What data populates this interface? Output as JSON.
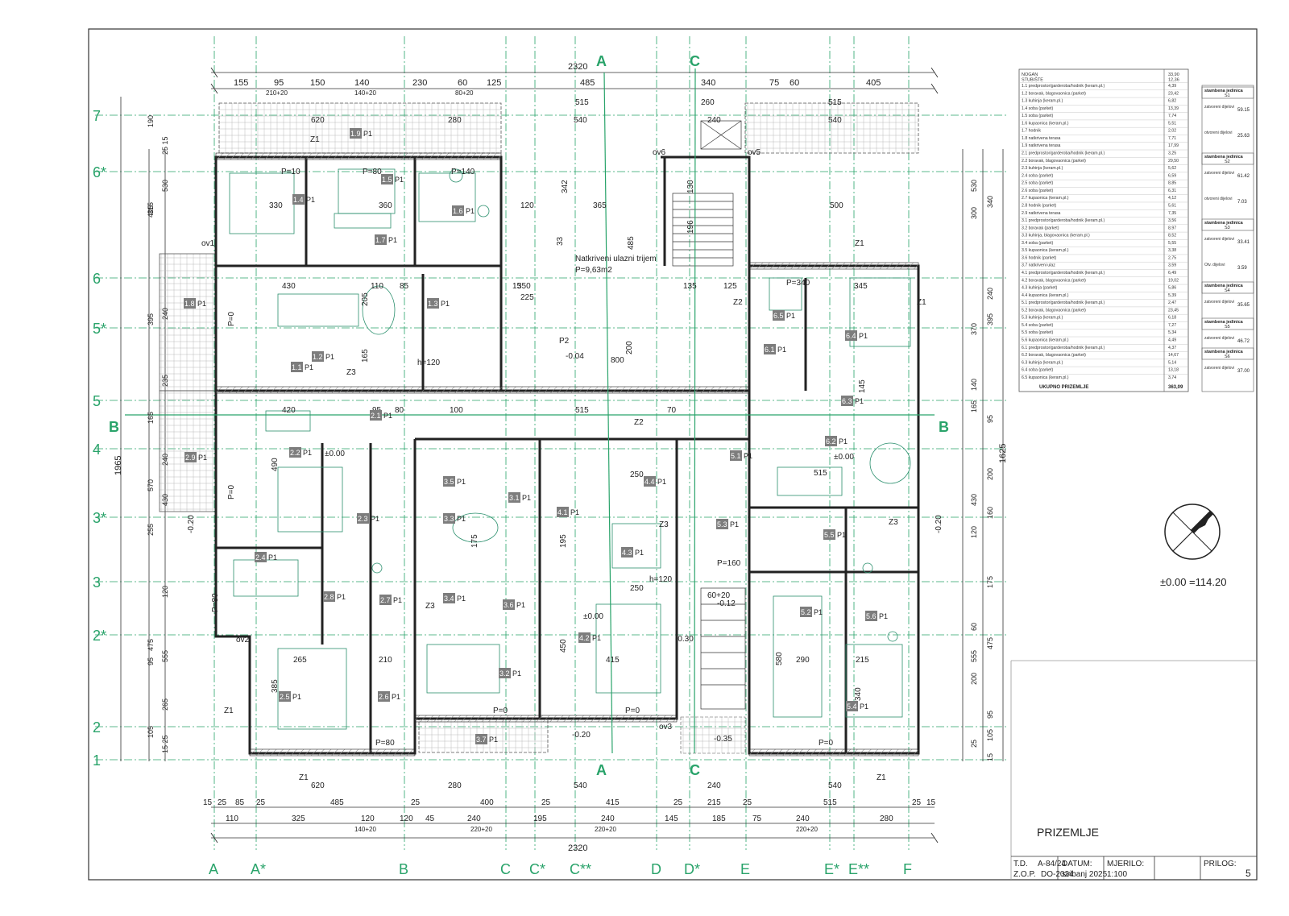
{
  "title_block": {
    "sheet_name": "PRIZEMLJE",
    "td_label": "T.D.",
    "td_value": "A-84/24",
    "zop_label": "Z.O.P.",
    "zop_value": "DO-2024",
    "datum_label": "DATUM:",
    "datum_value": "svibanj 2025.",
    "mjerilo_label": "MJERILO:",
    "mjerilo_value": "1:100",
    "prilog_label": "PRILOG:",
    "prilog_value": "5"
  },
  "level_note": "±0.00 =114.20",
  "axes": {
    "columns": [
      "A",
      "A*",
      "B",
      "C",
      "C*",
      "C**",
      "D",
      "D*",
      "E",
      "E*",
      "E**",
      "F"
    ],
    "rows": [
      "7",
      "6*",
      "6",
      "5*",
      "5",
      "4",
      "3*",
      "3",
      "2*",
      "2",
      "1"
    ]
  },
  "section_marks": [
    "A",
    "A",
    "B",
    "B",
    "C",
    "C"
  ],
  "dims": {
    "top_overall": "2320",
    "bottom_overall": "2320",
    "top_row1": [
      "155",
      "95",
      "150",
      "140",
      "230",
      "60",
      "125",
      "485",
      "340",
      "75",
      "60",
      "405"
    ],
    "top_sub": [
      "210+20",
      "140+20",
      "80+20"
    ],
    "bottom_row1": [
      "15",
      "25",
      "85",
      "25",
      "485",
      "25",
      "400",
      "25",
      "415",
      "25",
      "215",
      "25",
      "515",
      "25",
      "15"
    ],
    "bottom_row2": [
      "110",
      "325",
      "120",
      "120",
      "45",
      "240",
      "195",
      "240",
      "145",
      "185",
      "75",
      "240",
      "280"
    ],
    "bottom_sub": [
      "140+20",
      "220+20",
      "220+20",
      "220+20"
    ],
    "left_overall": "1965",
    "left_col": [
      "190",
      "25 15",
      "405",
      "530",
      "315",
      "240",
      "395",
      "235",
      "165",
      "240",
      "570",
      "430",
      "255",
      "120",
      "475",
      "555",
      "95",
      "265",
      "105",
      "15 25"
    ],
    "right_overall": "1625",
    "right_col": [
      "530",
      "340",
      "300",
      "240",
      "370",
      "395",
      "140",
      "95",
      "165",
      "200",
      "430",
      "160",
      "120",
      "175",
      "60",
      "475",
      "555",
      "95",
      "200",
      "105",
      "25",
      "15"
    ]
  },
  "rooms": [
    "1.1",
    "1.2",
    "1.3",
    "1.4",
    "1.5",
    "1.6",
    "1.7",
    "1.8",
    "1.9",
    "2.1",
    "2.2",
    "2.3",
    "2.4",
    "2.5",
    "2.6",
    "2.7",
    "2.8",
    "2.9",
    "3.1",
    "3.2",
    "3.3",
    "3.4",
    "3.5",
    "3.6",
    "3.7",
    "4.1",
    "4.2",
    "4.3",
    "4.4",
    "5.1",
    "5.2",
    "5.3",
    "5.4",
    "5.5",
    "5.6",
    "6.1",
    "6.3",
    "6.4",
    "6.5",
    "6.2"
  ],
  "room_tag": "P1",
  "plan_labels": {
    "porch": "Natkriveni ulazni trijem",
    "porch_area": "P=9,63m2",
    "p2": "P2",
    "zero": "±0.00",
    "m004": "-0.04",
    "m020": "-0.20",
    "m030": "-0.30",
    "m035": "-0.35",
    "m012": "-0.12",
    "p020": "-0.20",
    "h120": "h=120",
    "p10": "P=10",
    "p80": "P=80",
    "p140": "P=140",
    "p160": "P=160",
    "p0": "P=0",
    "p340": "P=340",
    "z1": "Z1",
    "z2": "Z2",
    "z3": "Z3",
    "ov1": "ov1",
    "ov2": "ov2",
    "ov3": "ov3",
    "ov5": "ov5",
    "ov6": "ov6",
    "d_800": "800",
    "d_365": "365",
    "d_540": "540",
    "d_620": "620",
    "d_280": "280",
    "d_515": "515",
    "d_260": "260",
    "d_240": "240",
    "d_430": "430",
    "d_420": "420",
    "d_490": "490",
    "d_500": "500",
    "d_345": "345",
    "d_290": "290",
    "d_580": "580",
    "d_450": "450",
    "d_415": "415",
    "d_385": "385",
    "d_265": "265",
    "d_330": "330",
    "d_360": "360",
    "d_342": "342",
    "d_485": "485",
    "d_250": "250",
    "d_195": "195",
    "d_175": "175",
    "d_210": "210",
    "d_215": "215",
    "d_200": "200",
    "d_120": "120",
    "d_135": "135",
    "d_125": "125",
    "d_340": "340",
    "d_165": "165",
    "d_205": "205",
    "d_110": "110",
    "d_85": "85",
    "d_100": "100",
    "d_60_20": "60+20",
    "d_225": "225",
    "d_350": "350",
    "d_15": "15",
    "d_33": "33",
    "d_130": "130",
    "d_196": "196",
    "d_145": "145",
    "d_80": "80",
    "d_95": "95",
    "d_70": "70"
  },
  "area_table": {
    "header": [
      "NOGAN",
      "",
      "33,90"
    ],
    "header2": [
      "STUBIŠTE",
      "",
      "12,36"
    ],
    "rows": [
      [
        "1.1 predprostor/garderoba/hodnik (keram.pl.)",
        "4,39"
      ],
      [
        "1.2 boravak, blagovaonica (parket)",
        "23,42"
      ],
      [
        "1.3 kuhinja (keram.pl.)",
        "6,82"
      ],
      [
        "1.4 soba (parket)",
        "13,39"
      ],
      [
        "1.5 soba (parket)",
        "7,74"
      ],
      [
        "1.6 kupaonica (keram.pl.)",
        "5,51"
      ],
      [
        "1.7 hodnik",
        "2,02"
      ],
      [
        "1.8 natkrivena terasa",
        "7,71"
      ],
      [
        "1.9 natkrivena terasa",
        "17,99"
      ],
      [
        "2.1 predprostor/garderoba/hodnik (keram.pl.)",
        "3,25"
      ],
      [
        "2.2 boravak, blagovaonica (parket)",
        "29,50"
      ],
      [
        "2.3 kuhinja (keram.pl.)",
        "5,62"
      ],
      [
        "2.4 soba (parket)",
        "6,59"
      ],
      [
        "2.5 soba (parket)",
        "8,85"
      ],
      [
        "2.6 soba (parket)",
        "6,31"
      ],
      [
        "2.7 kupaonica (keram.pl.)",
        "4,12"
      ],
      [
        "2.8 hodnik (parket)",
        "5,61"
      ],
      [
        "2.9 natkrivena terasa",
        "7,35"
      ],
      [
        "3.1 predprostor/garderoba/hodnik (keram.pl.)",
        "3,56"
      ],
      [
        "3.2 boravak (parket)",
        "8,97"
      ],
      [
        "3.3 kuhinja, blagovaonica (keram.pl.)",
        "8,52"
      ],
      [
        "3.4 soba (parket)",
        "5,55"
      ],
      [
        "3.5 kupaonica (keram.pl.)",
        "3,38"
      ],
      [
        "3.6 hodnik (parket)",
        "2,75"
      ],
      [
        "3.7 natkriveni ulaz",
        "3,59"
      ],
      [
        "4.1 predprostor/garderoba/hodnik (keram.pl.)",
        "6,49"
      ],
      [
        "4.2 boravak, blagovaonica (parket)",
        "19,02"
      ],
      [
        "4.3 kuhinja (parket)",
        "5,86"
      ],
      [
        "4.4 kupaonica (keram.pl.)",
        "5,39"
      ],
      [
        "5.1 predprostor/garderoba/hodnik (keram.pl.)",
        "2,47"
      ],
      [
        "5.2 boravak, blagovaonica (parket)",
        "23,45"
      ],
      [
        "5.3 kuhinja (keram.pl.)",
        "6,18"
      ],
      [
        "5.4 soba (parket)",
        "7,27"
      ],
      [
        "5.5 soba (parket)",
        "5,34"
      ],
      [
        "5.6 kupaonica (keram.pl.)",
        "4,49"
      ],
      [
        "6.1 predprostor/garderoba/hodnik (keram.pl.)",
        "4,37"
      ],
      [
        "6.2 boravak, blagovaonica (parket)",
        "14,67"
      ],
      [
        "6.3 kuhinja (keram.pl.)",
        "5,14"
      ],
      [
        "6.4 soba (parket)",
        "13,18"
      ],
      [
        "6.5 kupaonica (keram.pl.)",
        "3,74"
      ]
    ],
    "total_label": "UKUPNO PRIZEMLJE",
    "total_value": "363,09"
  },
  "units_table": [
    {
      "title": "stambena jedinica",
      "sub": "S1",
      "closed_label": "zatvoreni dijelovi",
      "closed": "59.15",
      "open_label": "otvoreni dijelovi",
      "open": "25.63"
    },
    {
      "title": "stambena jedinica",
      "sub": "S2",
      "closed_label": "zatvoreni dijelovi",
      "closed": "61.42",
      "open_label": "otvoreni dijelovi",
      "open": "7.03"
    },
    {
      "title": "stambena jedinica",
      "sub": "S3",
      "closed_label": "zatvoreni dijelovi",
      "closed": "33.41",
      "open_label": "Otv. dijelovi",
      "open": "3.59"
    },
    {
      "title": "stambena jedinica",
      "sub": "S4",
      "closed_label": "zatvoreni dijelovi",
      "closed": "35.65",
      "open_label": "",
      "open": ""
    },
    {
      "title": "stambena jedinica",
      "sub": "S5",
      "closed_label": "zatvoreni dijelovi",
      "closed": "46.72",
      "open_label": "",
      "open": ""
    },
    {
      "title": "stambena jedinica",
      "sub": "S6",
      "closed_label": "zatvoreni dijelovi",
      "closed": "37.00",
      "open_label": "",
      "open": ""
    }
  ]
}
